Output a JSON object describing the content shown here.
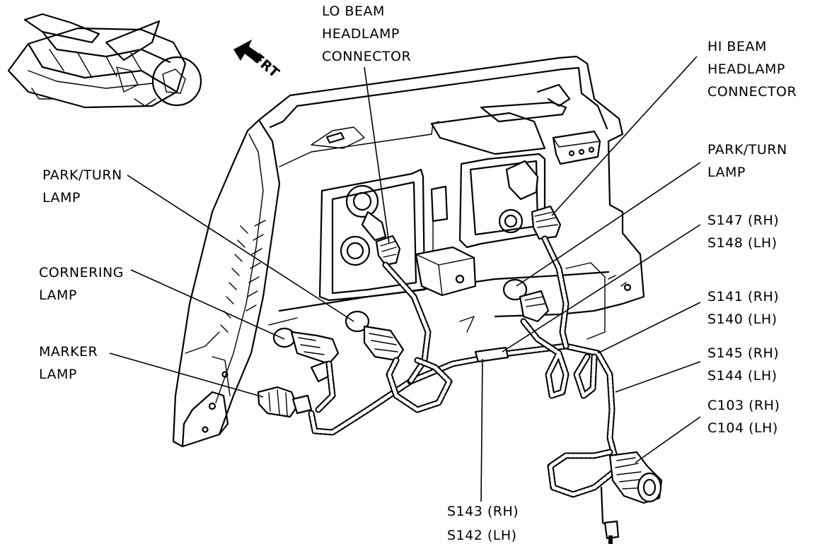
{
  "diagram": {
    "callouts": {
      "lo_beam": [
        "LO BEAM",
        "HEADLAMP",
        "CONNECTOR"
      ],
      "hi_beam": [
        "HI BEAM",
        "HEADLAMP",
        "CONNECTOR"
      ],
      "park_turn_left": [
        "PARK/TURN",
        "LAMP"
      ],
      "park_turn_right": [
        "PARK/TURN",
        "LAMP"
      ],
      "cornering": [
        "CORNERING",
        "LAMP"
      ],
      "marker": [
        "MARKER",
        "LAMP"
      ],
      "s147": [
        "S147 (RH)",
        "S148 (LH)"
      ],
      "s141": [
        "S141 (RH)",
        "S140 (LH)"
      ],
      "s145": [
        "S145 (RH)",
        "S144 (LH)"
      ],
      "c103": [
        "C103 (RH)",
        "C104 (LH)"
      ],
      "s143": [
        "S143 (RH)",
        "S142 (LH)"
      ]
    },
    "direction_label": "FRT"
  }
}
